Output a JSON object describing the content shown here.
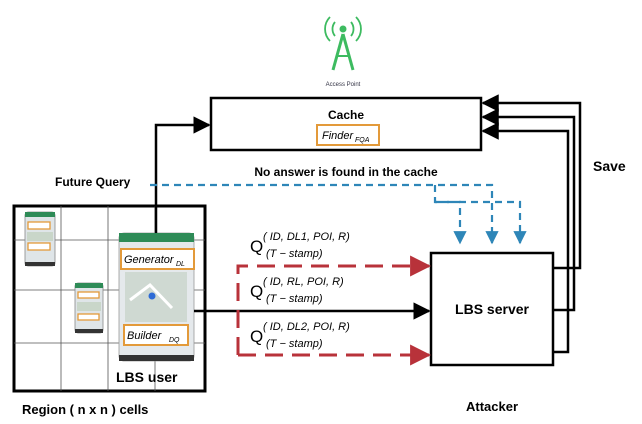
{
  "access_point": {
    "label": "Access Point"
  },
  "cache": {
    "title": "Cache",
    "finder_main": "Finder",
    "finder_sub": "FQA"
  },
  "labels": {
    "no_answer": "No answer is found in the cache",
    "save": "Save",
    "future_query": "Future Query",
    "lbs_server": "LBS server",
    "attacker": "Attacker",
    "region": "Region ( n x n ) cells",
    "lbs_user": "LBS user"
  },
  "phone": {
    "generator_main": "Generator",
    "generator_sub": "DL",
    "builder_main": "Builder",
    "builder_sub": "DQ"
  },
  "queries": [
    {
      "q": "Q",
      "args": "( ID, DL1, POI, R)",
      "stamp": "(T − stamp)"
    },
    {
      "q": "Q",
      "args": "( ID, RL, POI, R)",
      "stamp": "(T − stamp)"
    },
    {
      "q": "Q",
      "args": "( ID, DL2, POI, R)",
      "stamp": "(T − stamp)"
    }
  ],
  "colors": {
    "accent_orange": "#e39a3a",
    "dummy_arrow_red": "#b8323a",
    "future_query_blue": "#2e86b8",
    "access_point_green": "#3dbb60"
  }
}
